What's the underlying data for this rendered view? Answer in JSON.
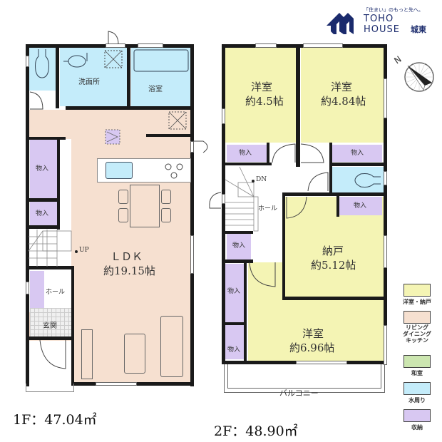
{
  "brand": {
    "tagline": "「住まい」のもっと先へ。",
    "name_line1": "TOHO",
    "name_line2": "HOUSE",
    "branch": "城東",
    "logo_color": "#1a2a6c"
  },
  "compass": {
    "label": "N",
    "icon": "compass-icon"
  },
  "floor1": {
    "area_label": "1F：47.04㎡",
    "rooms": {
      "senmen": "洗面所",
      "bath": "浴室",
      "storage1": "物入",
      "storage2": "物入",
      "up": "UP",
      "ldk_name": "ＬＤＫ",
      "ldk_size": "約19.15帖",
      "hall": "ホール",
      "genkan": "玄関"
    }
  },
  "floor2": {
    "area_label": "2F：48.90㎡",
    "rooms": {
      "room1_name": "洋室",
      "room1_size": "約4.5帖",
      "room2_name": "洋室",
      "room2_size": "約4.84帖",
      "storage_a": "物入",
      "storage_b": "物入",
      "storage_c": "物入",
      "storage_d": "物入",
      "storage_e": "物入",
      "storage_f": "物入",
      "dn": "DN",
      "hall": "ホール",
      "nando_name": "納戸",
      "nando_size": "約5.12帖",
      "room3_name": "洋室",
      "room3_size": "約6.96帖",
      "balcony": "バルコニー"
    }
  },
  "legend": [
    {
      "label": "洋室・納戸",
      "color": "#f4f4b4"
    },
    {
      "label": "リビング\nダイニング\nキッチン",
      "color": "#f6e0d0"
    },
    {
      "label": "和室",
      "color": "#cce6b0"
    },
    {
      "label": "水周り",
      "color": "#c4ecfa"
    },
    {
      "label": "収納",
      "color": "#d8c8f2"
    }
  ],
  "colors": {
    "wall": "#1a1a1a",
    "western_room": "#f4f4b4",
    "ldk": "#f6e0d0",
    "wet_area": "#c4ecfa",
    "storage": "#d8c8f2"
  }
}
